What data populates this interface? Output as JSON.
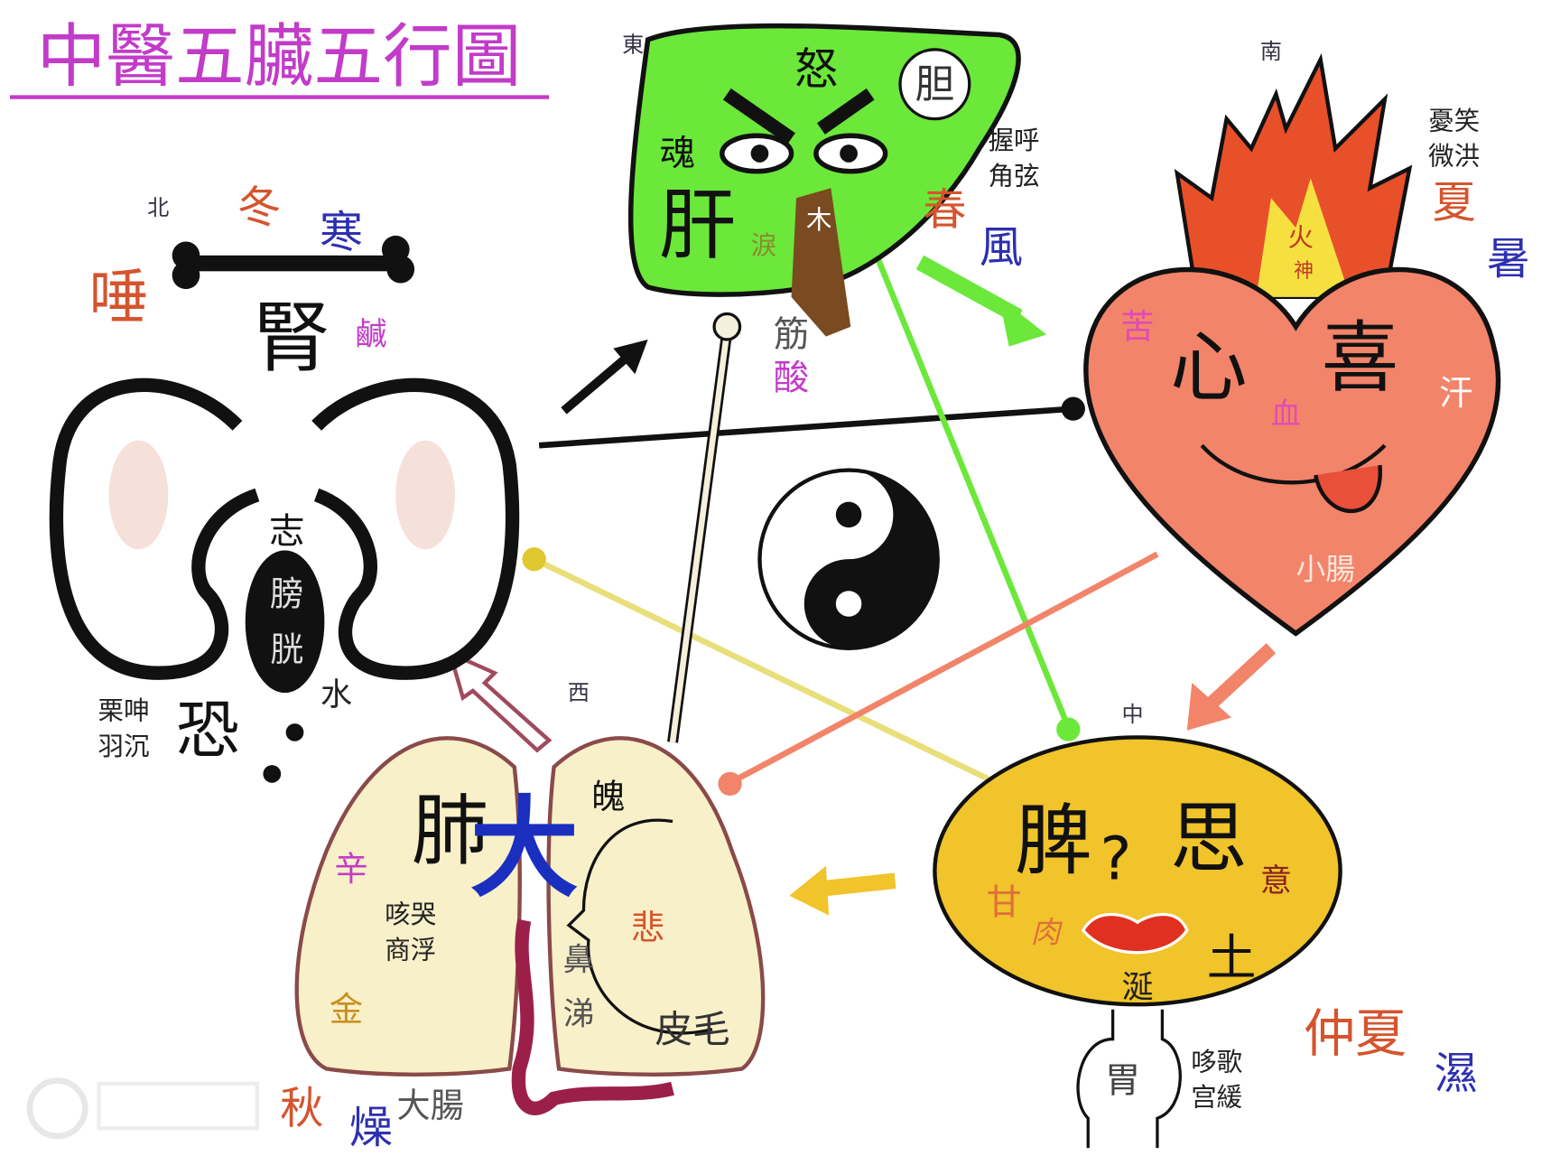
{
  "title": "中醫五臟五行圖",
  "colors": {
    "title": "#c23bc9",
    "liver": "#6be83a",
    "heart": "#f2846a",
    "spleen": "#f0c42a",
    "lung": "#f8f0c8",
    "season": "#d5542e",
    "climate": "#2d2fb0"
  },
  "directions": {
    "east": "東",
    "south": "南",
    "north": "北",
    "west": "西",
    "center": "中"
  },
  "liver": {
    "organ": "肝",
    "emotion": "怒",
    "paired": "胆",
    "spirit": "魂",
    "fluid": "淚",
    "element": "木",
    "tissue": "筋",
    "taste": "酸",
    "sound_top": "握呼",
    "sound_bottom": "角弦",
    "season": "春",
    "climate": "風"
  },
  "heart": {
    "organ": "心",
    "emotion": "喜",
    "taste": "苦",
    "fluid": "汗",
    "spirit_top": "火",
    "spirit_bottom": "神",
    "blood": "血",
    "paired": "小腸",
    "sound_top": "憂笑",
    "sound_bottom": "微洪",
    "season": "夏",
    "climate": "暑"
  },
  "kidney": {
    "organ": "腎",
    "emotion": "恐",
    "taste": "鹹",
    "will": "志",
    "paired_top": "膀",
    "paired_bottom": "胱",
    "element": "水",
    "fluid": "唾",
    "sound_top": "栗呻",
    "sound_bottom": "羽沉",
    "season": "冬",
    "climate": "寒"
  },
  "lung": {
    "organ": "肺",
    "spirit": "魄",
    "taste": "辛",
    "emotion": "悲",
    "sense_top": "鼻",
    "sense_bottom": "涕",
    "element": "金",
    "tissue": "皮毛",
    "paired": "大腸",
    "sound_top": "咳哭",
    "sound_bottom": "商浮",
    "season": "秋",
    "climate": "燥",
    "trachea": "大"
  },
  "spleen": {
    "organ": "脾",
    "emotion": "思",
    "mark": "?",
    "spirit": "意",
    "taste": "甘",
    "tissue": "肉",
    "element": "土",
    "fluid": "涎",
    "paired": "胃",
    "sound_top": "哆歌",
    "sound_bottom": "宫緩",
    "season": "仲夏",
    "climate": "濕"
  }
}
